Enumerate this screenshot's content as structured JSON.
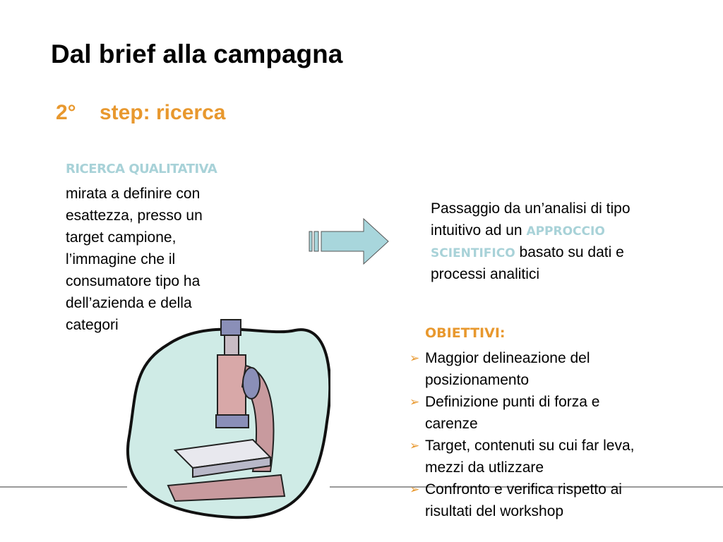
{
  "title": "Dal brief alla campagna",
  "step": {
    "number": "2°",
    "label": "step: ricerca"
  },
  "left": {
    "heading": "RICERCA QUALITATIVA",
    "lines": [
      "mirata a definire con",
      "esattezza, presso un",
      "target campione,",
      "l’immagine che il",
      "consumatore tipo ha",
      "dell’azienda e della",
      "categori"
    ]
  },
  "right": {
    "line1": "Passaggio da un’analisi di tipo",
    "line2_pre": "intuitivo ad un ",
    "line2_hl": "APPROCCIO",
    "line3_hl": "SCIENTIFICO",
    "line3_post": " basato su dati e",
    "line4": "processi analitici"
  },
  "objectives": {
    "heading": "OBIETTIVI:",
    "items": [
      {
        "l1": "Maggior delineazione del",
        "l2": "posizionamento"
      },
      {
        "l1": "Definizione punti di forza e",
        "l2": "carenze"
      },
      {
        "l1": "Target, contenuti su cui far leva,",
        "l2": "mezzi da utlizzare"
      },
      {
        "l1": "Confronto e verifica rispetto ai",
        "l2": "risultati del workshop"
      }
    ]
  },
  "colors": {
    "accent": "#E8982E",
    "teal": "#A8D2D8"
  }
}
